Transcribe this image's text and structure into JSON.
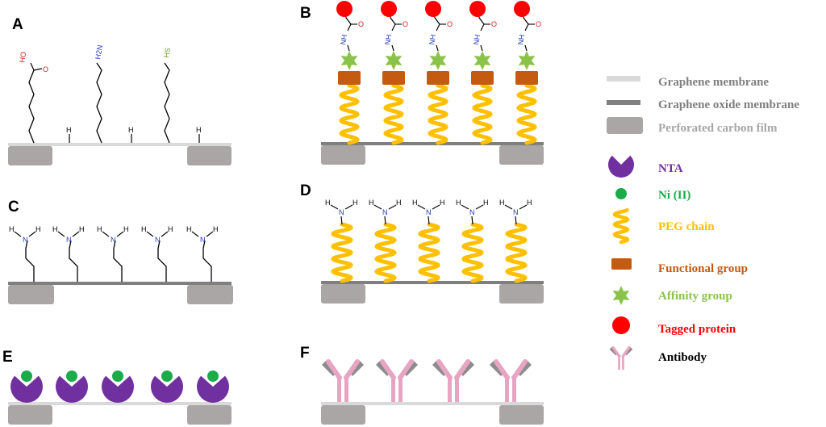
{
  "panels": {
    "a": "A",
    "b": "B",
    "c": "C",
    "d": "D",
    "e": "E",
    "f": "F"
  },
  "chem": {
    "hydroxyl": "HO",
    "oxygen": "O",
    "amine": "H2N",
    "thiol": "HS",
    "hydrogen": "H",
    "nh": "NH",
    "n": "N"
  },
  "legend": {
    "graphene_membrane": "Graphene membrane",
    "graphene_oxide_membrane": "Graphene oxide membrane",
    "perforated_carbon_film": "Perforated carbon film",
    "nta": "NTA",
    "ni": "Ni (II)",
    "peg_chain": "PEG chain",
    "functional_group": "Functional group",
    "affinity_group": "Affinity group",
    "tagged_protein": "Tagged protein",
    "antibody": "Antibody"
  },
  "colors": {
    "graphene": "#d9d9d9",
    "graphene_oxide": "#7f7f7f",
    "carbon_film": "#aba6a6",
    "nta": "#7030a0",
    "ni": "#1aab4a",
    "peg": "#ffc000",
    "functional": "#c55a11",
    "affinity": "#8bc34a",
    "protein": "#ff0000",
    "antibody": "#e8a5c3",
    "antibody_grey": "#8c8c8c",
    "amine_blue": "#1f3bb3",
    "ho_red": "#e41a1c",
    "hs_green": "#6a9a1f"
  }
}
